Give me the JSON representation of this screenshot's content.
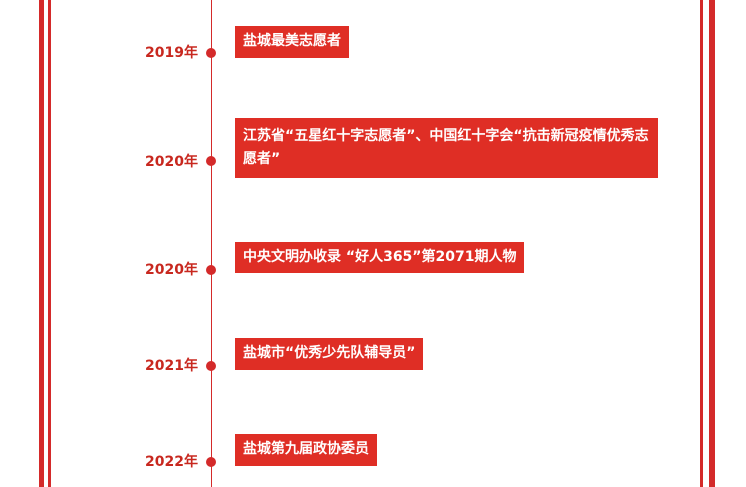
{
  "colors": {
    "accent": "#df2e25",
    "line": "#d42a2a",
    "year_text": "#c8281f"
  },
  "timeline": [
    {
      "year": "2019年",
      "text": "盐城最美志愿者"
    },
    {
      "year": "2020年",
      "text": "江苏省“五星红十字志愿者”、中国红十字会“抗击新冠疫情优秀志愿者”"
    },
    {
      "year": "2020年",
      "text": "中央文明办收录 “好人365”第2071期人物"
    },
    {
      "year": "2021年",
      "text": "盐城市“优秀少先队辅导员”"
    },
    {
      "year": "2022年",
      "text": "盐城第九届政协委员"
    }
  ]
}
